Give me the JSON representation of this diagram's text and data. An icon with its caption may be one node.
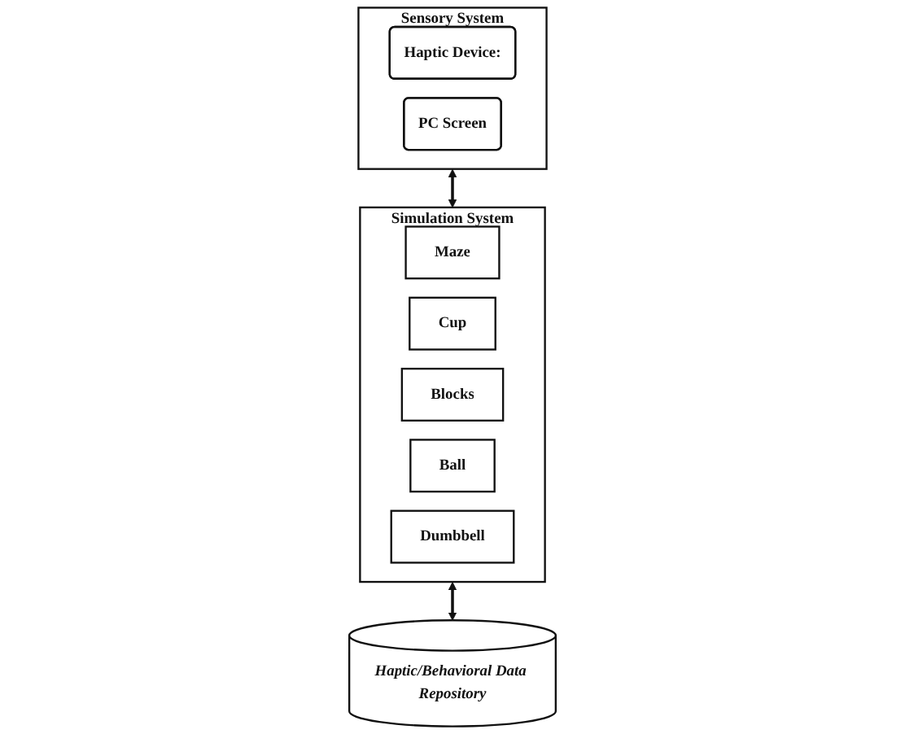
{
  "diagram": {
    "nodes": [
      {
        "text": [
          "Sensory System"
        ]
      },
      {
        "text": [
          "Haptic Device:"
        ],
        "in": 0
      },
      {
        "text": [
          "PC Screen"
        ],
        "in": 0
      },
      {
        "text": [
          "Simulation System"
        ]
      },
      {
        "text": [
          "Maze"
        ],
        "in": 3
      },
      {
        "text": [
          "Cup"
        ],
        "in": 3
      },
      {
        "text": [
          "Blocks"
        ],
        "in": 3
      },
      {
        "text": [
          "Ball"
        ],
        "in": 3
      },
      {
        "text": [
          "Dumbbell"
        ],
        "in": 3
      },
      {
        "text": [
          "Haptic/Behavioral Data Repository"
        ]
      }
    ],
    "edges": [
      {
        "from": 0,
        "to": 3,
        "arrow": "both"
      },
      {
        "from": 3,
        "to": 9,
        "arrow": "both"
      }
    ]
  }
}
